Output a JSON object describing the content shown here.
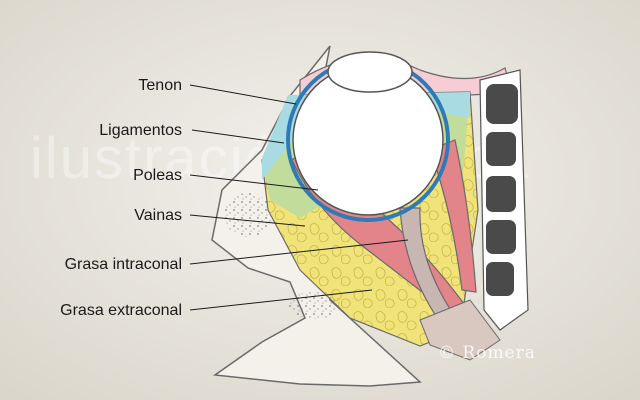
{
  "labels": {
    "tenon": "Tenon",
    "ligamentos": "Ligamentos",
    "poleas": "Poleas",
    "vainas": "Vainas",
    "grasa_intraconal": "Grasa intraconal",
    "grasa_extraconal": "Grasa extraconal"
  },
  "watermark": "ilustración médica",
  "copyright": "© Romera",
  "colors": {
    "background": "#ebe8e0",
    "skin": "#f3f1ea",
    "conjunctiva": "#f7cdd4",
    "tenon_space": "#a9dbe3",
    "ligaments": "#c2dc9c",
    "fat": "#f0e37a",
    "muscle": "#e3848a",
    "optic_nerve": "#c8b6b2",
    "bone": "#4a4a4a",
    "sclera_ring": "#2f7bb8"
  }
}
